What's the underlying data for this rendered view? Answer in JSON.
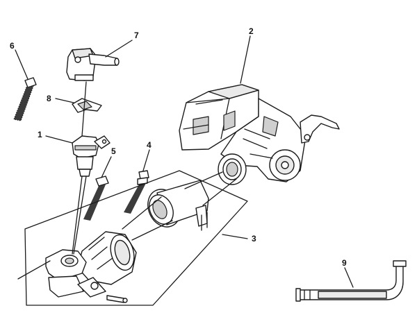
{
  "callouts": [
    {
      "number": "1"
    },
    {
      "number": "2"
    },
    {
      "number": "3"
    },
    {
      "number": "4"
    },
    {
      "number": "5"
    },
    {
      "number": "6"
    },
    {
      "number": "7"
    },
    {
      "number": "8"
    },
    {
      "number": "9"
    }
  ],
  "colors": {
    "line": "#1a1a1a",
    "part_fill": "#ffffff",
    "shade": "#cfcfcf",
    "background": "#ffffff"
  }
}
